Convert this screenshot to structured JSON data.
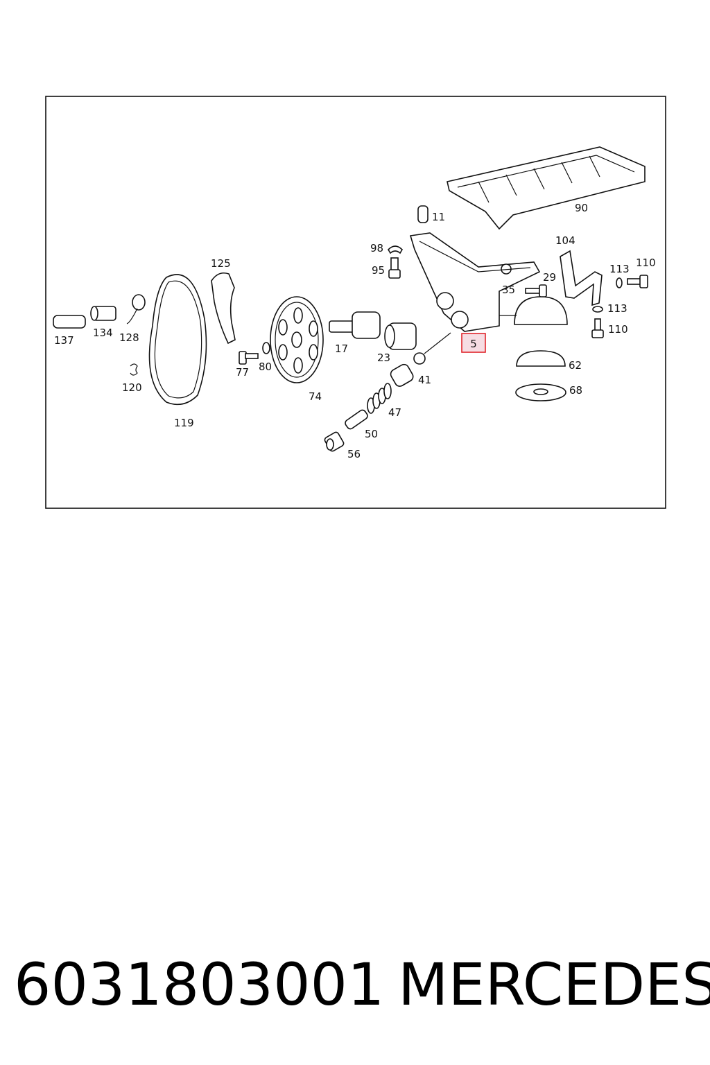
{
  "diagram": {
    "highlighted_label": "5",
    "labels": [
      "11",
      "90",
      "98",
      "95",
      "104",
      "113",
      "110",
      "29",
      "35",
      "113",
      "110",
      "125",
      "137",
      "134",
      "128",
      "120",
      "119",
      "77",
      "80",
      "74",
      "17",
      "23",
      "41",
      "47",
      "50",
      "56",
      "62",
      "68"
    ]
  },
  "footer": {
    "part_number": "6031803001",
    "brand": "MERCEDES"
  },
  "colors": {
    "highlight": "#e0252b",
    "highlight_fill": "#f6dde3",
    "ink": "#111111"
  }
}
